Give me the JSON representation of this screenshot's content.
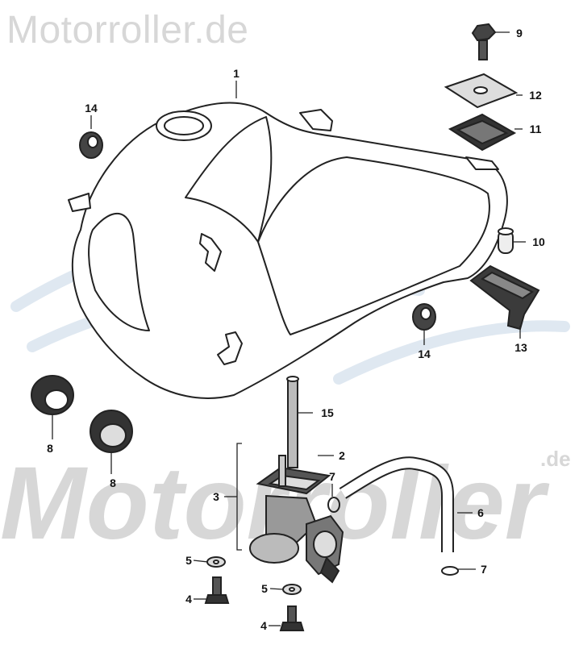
{
  "watermark": {
    "top_text": "Motorroller.de",
    "big_text": "Motorroller",
    "small_text": ".de",
    "color": "#d7d7d7",
    "swoosh_color": "#dfe8f1"
  },
  "callouts": [
    {
      "id": "c1",
      "label": "1"
    },
    {
      "id": "c2",
      "label": "2"
    },
    {
      "id": "c3",
      "label": "3"
    },
    {
      "id": "c4a",
      "label": "4"
    },
    {
      "id": "c4b",
      "label": "4"
    },
    {
      "id": "c5a",
      "label": "5"
    },
    {
      "id": "c5b",
      "label": "5"
    },
    {
      "id": "c6",
      "label": "6"
    },
    {
      "id": "c7a",
      "label": "7"
    },
    {
      "id": "c7b",
      "label": "7"
    },
    {
      "id": "c8a",
      "label": "8"
    },
    {
      "id": "c8b",
      "label": "8"
    },
    {
      "id": "c9",
      "label": "9"
    },
    {
      "id": "c10",
      "label": "10"
    },
    {
      "id": "c11",
      "label": "11"
    },
    {
      "id": "c12",
      "label": "12"
    },
    {
      "id": "c13",
      "label": "13"
    },
    {
      "id": "c14a",
      "label": "14"
    },
    {
      "id": "c14b",
      "label": "14"
    },
    {
      "id": "c15",
      "label": "15"
    }
  ]
}
